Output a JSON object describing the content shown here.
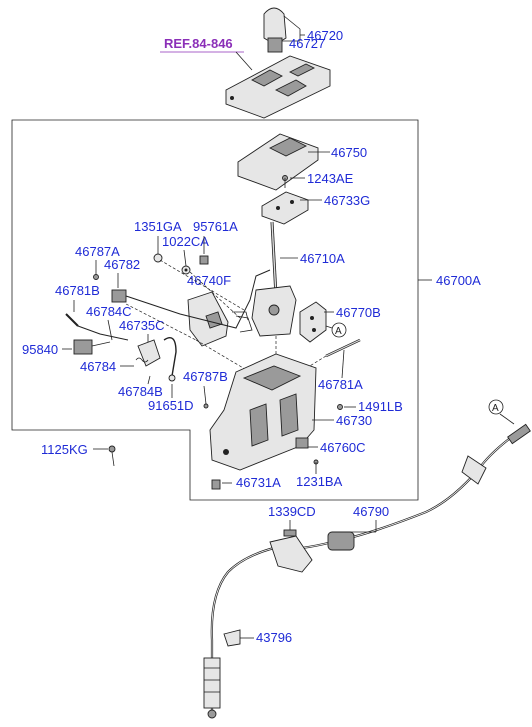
{
  "ref_label": "REF.84-846",
  "callout_A_1": "A",
  "callout_A_2": "A",
  "labels": {
    "p46720": "46720",
    "p46727": "46727",
    "p46750": "46750",
    "p1243AE": "1243AE",
    "p46733G": "46733G",
    "p1351GA": "1351GA",
    "p95761A": "95761A",
    "p1022CA": "1022CA",
    "p46787A": "46787A",
    "p46782": "46782",
    "p46710A": "46710A",
    "p46740F": "46740F",
    "p46700A": "46700A",
    "p46781B": "46781B",
    "p46784C": "46784C",
    "p46770B": "46770B",
    "p46735C": "46735C",
    "p95840": "95840",
    "p46784": "46784",
    "p46787B": "46787B",
    "p46781A": "46781A",
    "p46784B": "46784B",
    "p91651D": "91651D",
    "p1491LB": "1491LB",
    "p46730": "46730",
    "p1125KG": "1125KG",
    "p46760C": "46760C",
    "p1231BA": "1231BA",
    "p46731A": "46731A",
    "p1339CD": "1339CD",
    "p46790": "46790",
    "p43796": "43796"
  }
}
